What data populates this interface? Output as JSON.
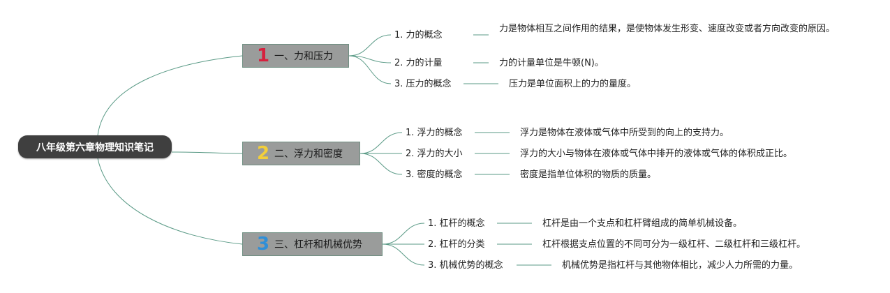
{
  "root": {
    "title": "八年级第六章物理知识笔记"
  },
  "branches": [
    {
      "number": "1",
      "number_color": "#d6213e",
      "title": "一、力和压力",
      "items": [
        {
          "label": "1. 力的概念",
          "description": "力是物体相互之间作用的结果，是使物体发生形变、速度改变或者方向改变的原因。"
        },
        {
          "label": "2. 力的计量",
          "description": "力的计量单位是牛顿(N)。"
        },
        {
          "label": "3. 压力的概念",
          "description": "压力是单位面积上的力的量度。"
        }
      ]
    },
    {
      "number": "2",
      "number_color": "#f2cf3a",
      "title": "二、浮力和密度",
      "items": [
        {
          "label": "1. 浮力的概念",
          "description": "浮力是物体在液体或气体中所受到的向上的支持力。"
        },
        {
          "label": "2. 浮力的大小",
          "description": "浮力的大小与物体在液体或气体中排开的液体或气体的体积成正比。"
        },
        {
          "label": "3. 密度的概念",
          "description": "密度是指单位体积的物质的质量。"
        }
      ]
    },
    {
      "number": "3",
      "number_color": "#2f8fd8",
      "title": "三、杠杆和机械优势",
      "items": [
        {
          "label": "1. 杠杆的概念",
          "description": "杠杆是由一个支点和杠杆臂组成的简单机械设备。"
        },
        {
          "label": "2. 杠杆的分类",
          "description": "杠杆根据支点位置的不同可分为一级杠杆、二级杠杆和三级杠杆。"
        },
        {
          "label": "3. 机械优势的概念",
          "description": "机械优势是指杠杆与其他物体相比，减少人力所需的力量。"
        }
      ]
    }
  ],
  "colors": {
    "connector": "#5a9a86",
    "root_bg": "#3f3f3f",
    "branch_bg": "#9a9c9b"
  }
}
